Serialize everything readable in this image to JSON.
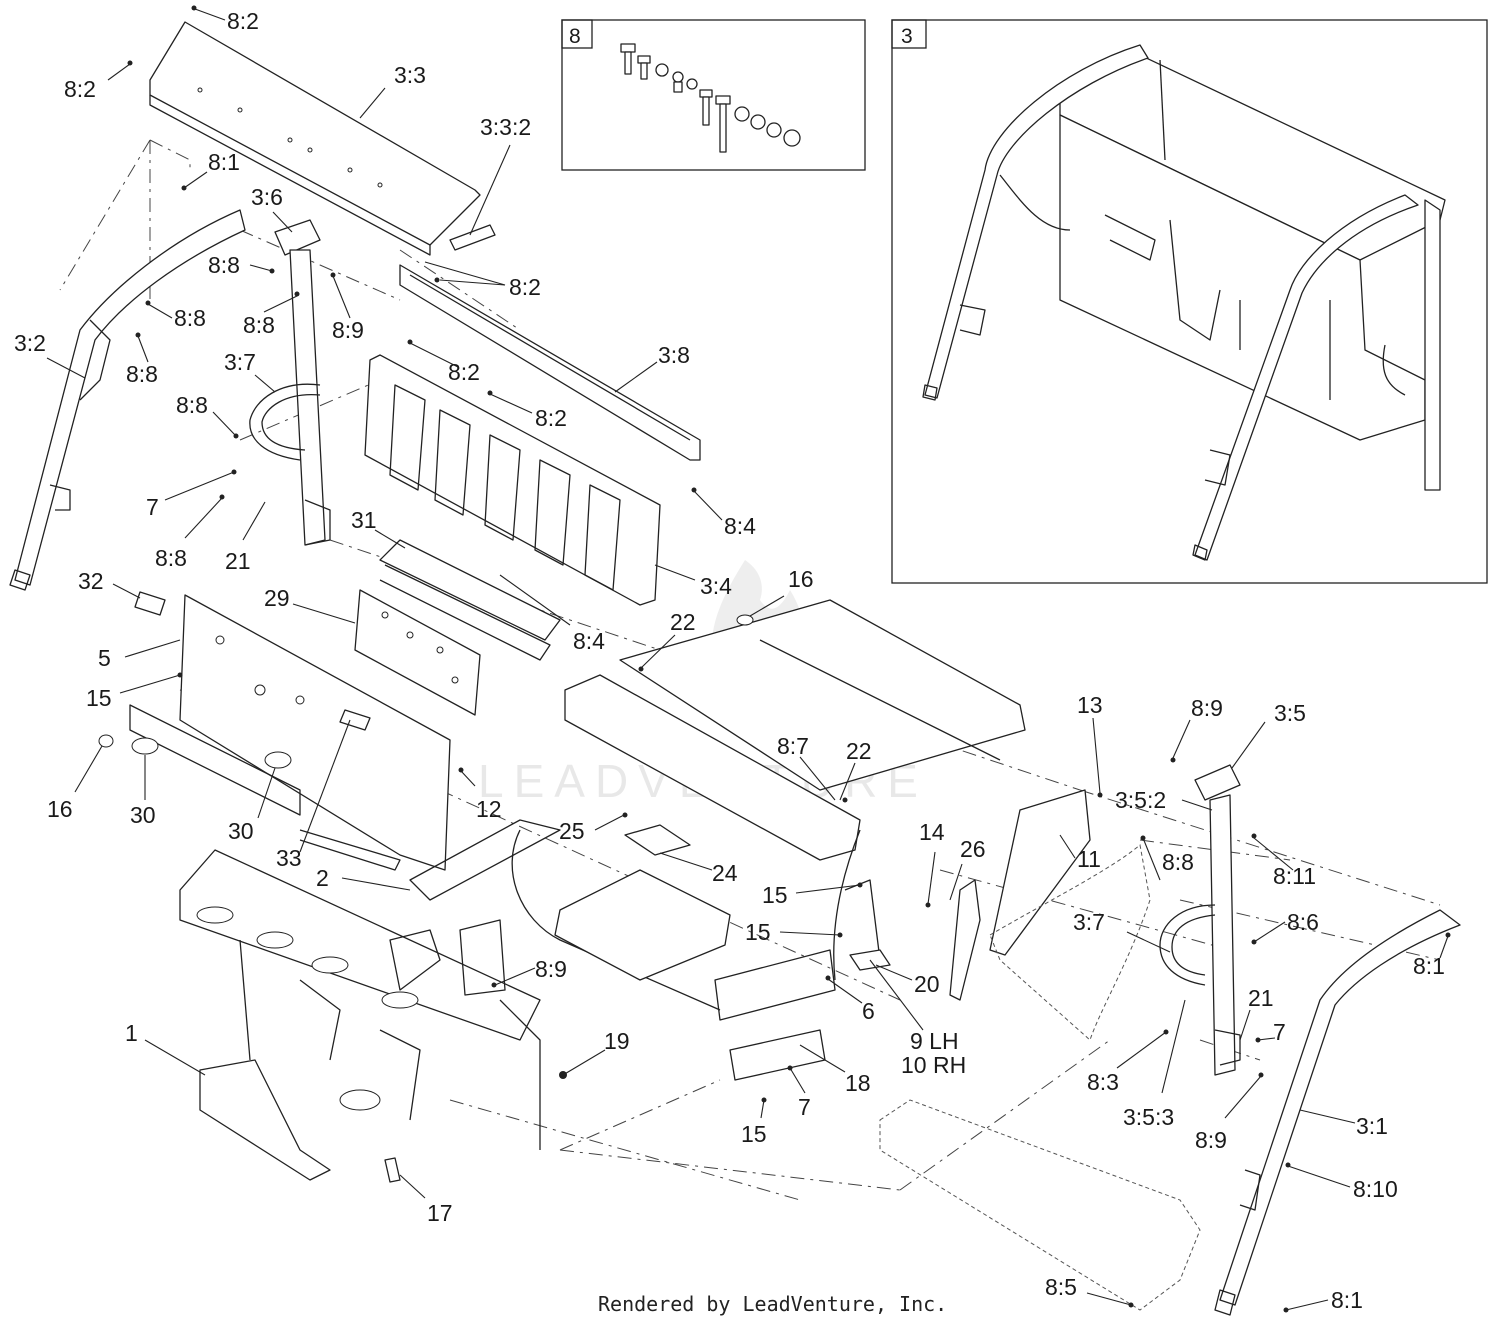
{
  "footer": "Rendered by LeadVenture, Inc.",
  "watermark": "LEADVENTURE",
  "insets": [
    {
      "id": "8",
      "label": "8"
    },
    {
      "id": "3",
      "label": "3"
    }
  ],
  "callouts": [
    {
      "id": "c01",
      "text": "8:2"
    },
    {
      "id": "c02",
      "text": "8:2"
    },
    {
      "id": "c03",
      "text": "3:3"
    },
    {
      "id": "c04",
      "text": "3:3:2"
    },
    {
      "id": "c05",
      "text": "8:1"
    },
    {
      "id": "c06",
      "text": "3:6"
    },
    {
      "id": "c07",
      "text": "8:8"
    },
    {
      "id": "c08",
      "text": "8:2"
    },
    {
      "id": "c09",
      "text": "8:8"
    },
    {
      "id": "c10",
      "text": "8:8"
    },
    {
      "id": "c11",
      "text": "8:9"
    },
    {
      "id": "c12",
      "text": "3:2"
    },
    {
      "id": "c13",
      "text": "8:8"
    },
    {
      "id": "c14",
      "text": "3:7"
    },
    {
      "id": "c15",
      "text": "8:2"
    },
    {
      "id": "c16",
      "text": "3:8"
    },
    {
      "id": "c17",
      "text": "8:8"
    },
    {
      "id": "c18",
      "text": "8:2"
    },
    {
      "id": "c19",
      "text": "7"
    },
    {
      "id": "c20",
      "text": "8:4"
    },
    {
      "id": "c21",
      "text": "8:8"
    },
    {
      "id": "c22",
      "text": "21"
    },
    {
      "id": "c23",
      "text": "31"
    },
    {
      "id": "c24",
      "text": "3:4"
    },
    {
      "id": "c25",
      "text": "16"
    },
    {
      "id": "c26",
      "text": "32"
    },
    {
      "id": "c27",
      "text": "29"
    },
    {
      "id": "c28",
      "text": "8:4"
    },
    {
      "id": "c29",
      "text": "22"
    },
    {
      "id": "c30",
      "text": "5"
    },
    {
      "id": "c31",
      "text": "15"
    },
    {
      "id": "c32",
      "text": "13"
    },
    {
      "id": "c33",
      "text": "8:9"
    },
    {
      "id": "c34",
      "text": "3:5"
    },
    {
      "id": "c35",
      "text": "8:7"
    },
    {
      "id": "c36",
      "text": "22"
    },
    {
      "id": "c37",
      "text": "3:5:2"
    },
    {
      "id": "c38",
      "text": "16"
    },
    {
      "id": "c39",
      "text": "30"
    },
    {
      "id": "c40",
      "text": "12"
    },
    {
      "id": "c41",
      "text": "30"
    },
    {
      "id": "c42",
      "text": "25"
    },
    {
      "id": "c43",
      "text": "14"
    },
    {
      "id": "c44",
      "text": "26"
    },
    {
      "id": "c45",
      "text": "11"
    },
    {
      "id": "c46",
      "text": "8:11"
    },
    {
      "id": "c47",
      "text": "33"
    },
    {
      "id": "c48",
      "text": "2"
    },
    {
      "id": "c49",
      "text": "24"
    },
    {
      "id": "c50",
      "text": "15"
    },
    {
      "id": "c51",
      "text": "8:8"
    },
    {
      "id": "c52",
      "text": "15"
    },
    {
      "id": "c53",
      "text": "3:7"
    },
    {
      "id": "c54",
      "text": "8:6"
    },
    {
      "id": "c55",
      "text": "20"
    },
    {
      "id": "c56",
      "text": "8:9"
    },
    {
      "id": "c57",
      "text": "6"
    },
    {
      "id": "c58",
      "text": "9 LH"
    },
    {
      "id": "c59",
      "text": "10 RH"
    },
    {
      "id": "c60",
      "text": "8:1"
    },
    {
      "id": "c61",
      "text": "21"
    },
    {
      "id": "c62",
      "text": "1"
    },
    {
      "id": "c63",
      "text": "19"
    },
    {
      "id": "c64",
      "text": "7"
    },
    {
      "id": "c65",
      "text": "8:3"
    },
    {
      "id": "c66",
      "text": "18"
    },
    {
      "id": "c67",
      "text": "7"
    },
    {
      "id": "c68",
      "text": "3:5:3"
    },
    {
      "id": "c69",
      "text": "8:9"
    },
    {
      "id": "c70",
      "text": "3:1"
    },
    {
      "id": "c71",
      "text": "15"
    },
    {
      "id": "c72",
      "text": "8:10"
    },
    {
      "id": "c73",
      "text": "17"
    },
    {
      "id": "c74",
      "text": "8:5"
    },
    {
      "id": "c75",
      "text": "8:1"
    }
  ]
}
